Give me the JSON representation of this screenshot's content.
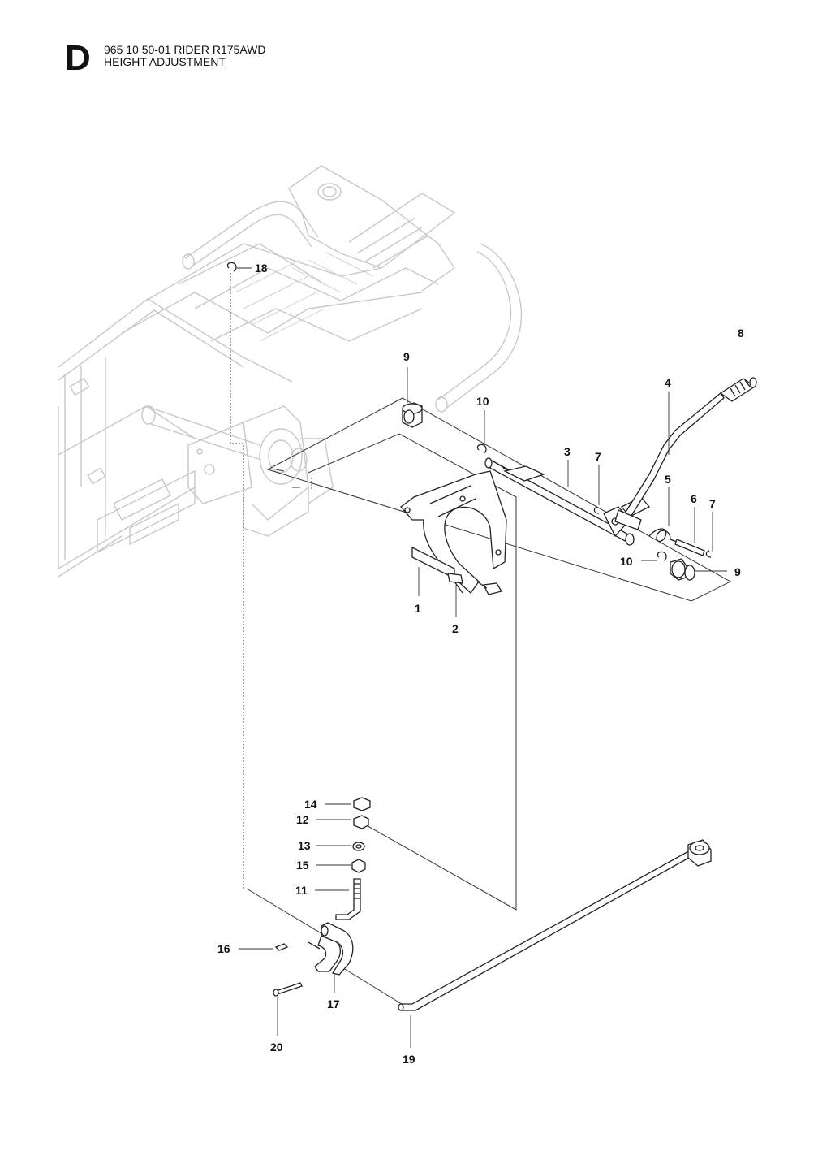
{
  "header": {
    "section_letter": "D",
    "model_line": "965 10 50-01 RIDER R175AWD",
    "section_title": "HEIGHT ADJUSTMENT"
  },
  "callouts": {
    "c1": "1",
    "c2": "2",
    "c3": "3",
    "c4": "4",
    "c5": "5",
    "c6": "6",
    "c7a": "7",
    "c7b": "7",
    "c8": "8",
    "c9a": "9",
    "c9b": "9",
    "c10a": "10",
    "c10b": "10",
    "c11": "11",
    "c12": "12",
    "c13": "13",
    "c14": "14",
    "c15": "15",
    "c16": "16",
    "c17": "17",
    "c18": "18",
    "c19": "19",
    "c20": "20"
  }
}
